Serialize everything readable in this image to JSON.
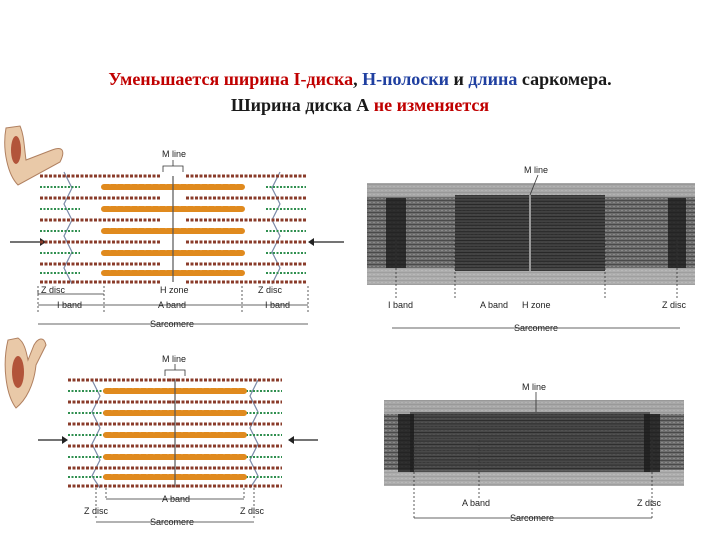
{
  "title": {
    "line1": [
      {
        "text": "Уменьшается",
        "color": "red"
      },
      {
        "text": " ширина I-диска",
        "color": "red"
      },
      {
        "text": ", ",
        "color": "dark"
      },
      {
        "text": "H-полоски",
        "color": "blue"
      },
      {
        "text": " и ",
        "color": "dark"
      },
      {
        "text": "длина",
        "color": "red"
      },
      {
        "text": " саркомера.",
        "color": "dark"
      }
    ],
    "line2": [
      {
        "text": "Ширина диска А ",
        "color": "dark"
      },
      {
        "text": "не изменяется",
        "color": "red"
      }
    ]
  },
  "relaxed": {
    "diagram": {
      "m_line": "M line",
      "z_disc_left": "Z disc",
      "z_disc_right": "Z disc",
      "i_band_left": "I band",
      "i_band_right": "I band",
      "h_zone": "H zone",
      "a_band": "A band",
      "sarcomere": "Sarcomere"
    },
    "micrograph": {
      "m_line": "M line",
      "i_band": "I band",
      "a_band": "A band",
      "h_zone": "H zone",
      "z_disc": "Z disc",
      "sarcomere": "Sarcomere"
    }
  },
  "contracted": {
    "diagram": {
      "m_line": "M line",
      "a_band": "A band",
      "z_disc_left": "Z disc",
      "z_disc_right": "Z disc",
      "sarcomere": "Sarcomere"
    },
    "micrograph": {
      "m_line": "M line",
      "a_band": "A band",
      "z_disc": "Z disc",
      "sarcomere": "Sarcomere"
    }
  },
  "colors": {
    "red": "#c00000",
    "blue": "#1f3fa0",
    "dark": "#1a1a1a",
    "myosin": "#e08a1e",
    "actin": "#8a3b2a",
    "titin": "#2f8f4f"
  }
}
